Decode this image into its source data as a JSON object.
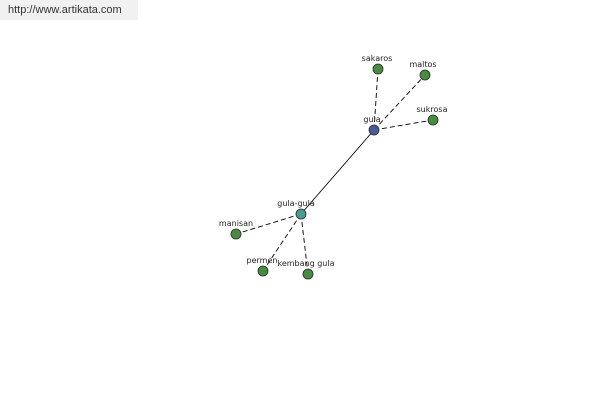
{
  "header": {
    "url": "http://www.artikata.com"
  },
  "colors": {
    "leaf_fill": "#4a8a44",
    "hub_main_fill": "#4a5a9a",
    "hub_secondary_fill": "#4a9a98",
    "node_stroke": "#1f2f1f",
    "edge": "#000000"
  },
  "diagram": {
    "nodes": [
      {
        "id": "gula",
        "label": "gula",
        "kind": "hub-main"
      },
      {
        "id": "gula-gula",
        "label": "gula-gula",
        "kind": "hub-secondary"
      },
      {
        "id": "sakaros",
        "label": "sakaros",
        "kind": "leaf"
      },
      {
        "id": "maltos",
        "label": "maltos",
        "kind": "leaf"
      },
      {
        "id": "sukrosa",
        "label": "sukrosa",
        "kind": "leaf"
      },
      {
        "id": "manisan",
        "label": "manisan",
        "kind": "leaf"
      },
      {
        "id": "permen",
        "label": "permen",
        "kind": "leaf"
      },
      {
        "id": "kembang-gula",
        "label": "kembang gula",
        "kind": "leaf"
      }
    ],
    "edges": [
      {
        "from": "gula",
        "to": "gula-gula",
        "style": "solid"
      },
      {
        "from": "gula",
        "to": "sakaros",
        "style": "dashed"
      },
      {
        "from": "gula",
        "to": "maltos",
        "style": "dashed"
      },
      {
        "from": "gula",
        "to": "sukrosa",
        "style": "dashed"
      },
      {
        "from": "gula-gula",
        "to": "manisan",
        "style": "dashed"
      },
      {
        "from": "gula-gula",
        "to": "permen",
        "style": "dashed"
      },
      {
        "from": "gula-gula",
        "to": "kembang-gula",
        "style": "dashed"
      }
    ]
  }
}
